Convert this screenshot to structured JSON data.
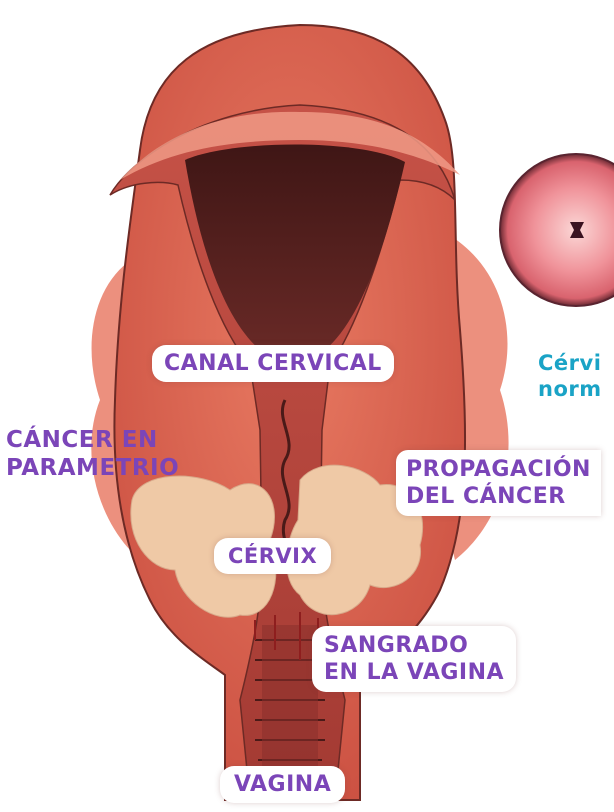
{
  "labels": {
    "canal_cervical": "CANAL CERVICAL",
    "cancer_parametrio_line1": "CÁNCER EN",
    "cancer_parametrio_line2": "PARAMETRIO",
    "propagacion_line1": "PROPAGACIÓN",
    "propagacion_line2": "DEL CÁNCER",
    "cervix": "CÉRVIX",
    "sangrado_line1": "SANGRADO",
    "sangrado_line2": "EN LA VAGINA",
    "vagina": "VAGINA",
    "cervix_normal_line1": "Cérvi",
    "cervix_normal_line2": "norm"
  },
  "colors": {
    "label_purple": "#7b45b8",
    "inset_label_cyan": "#1aa3c6",
    "tissue_outer": "#d9644f",
    "tissue_inner": "#b8473d",
    "cavity_dark": "#5a2220",
    "tumor": "#efc9a6",
    "cervix_disc": "#e8737a"
  }
}
